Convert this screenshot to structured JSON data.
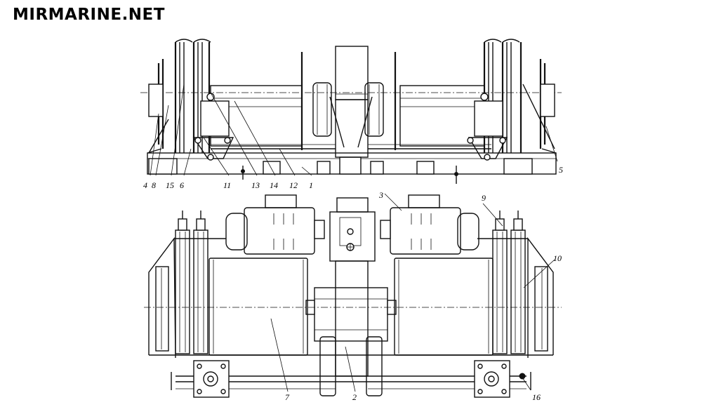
{
  "watermark": "MIRMARINE.NET",
  "callouts": {
    "n1": "1",
    "n2": "2",
    "n3": "3",
    "n4": "4",
    "n5": "5",
    "n6": "6",
    "n7": "7",
    "n8": "8",
    "n9": "9",
    "n10": "10",
    "n11": "11",
    "n12": "12",
    "n13": "13",
    "n14": "14",
    "n15": "15",
    "n16": "16"
  }
}
